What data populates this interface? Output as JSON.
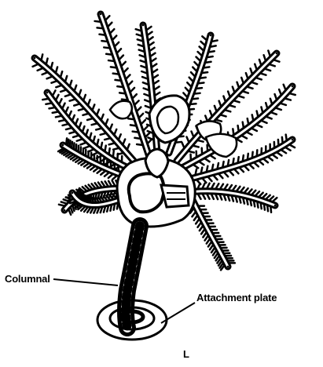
{
  "labels": {
    "columnal": "Columnal",
    "attachment_plate": "Attachment plate",
    "figure_mark": "L"
  },
  "colors": {
    "ink": "#000000",
    "paper": "#ffffff"
  }
}
